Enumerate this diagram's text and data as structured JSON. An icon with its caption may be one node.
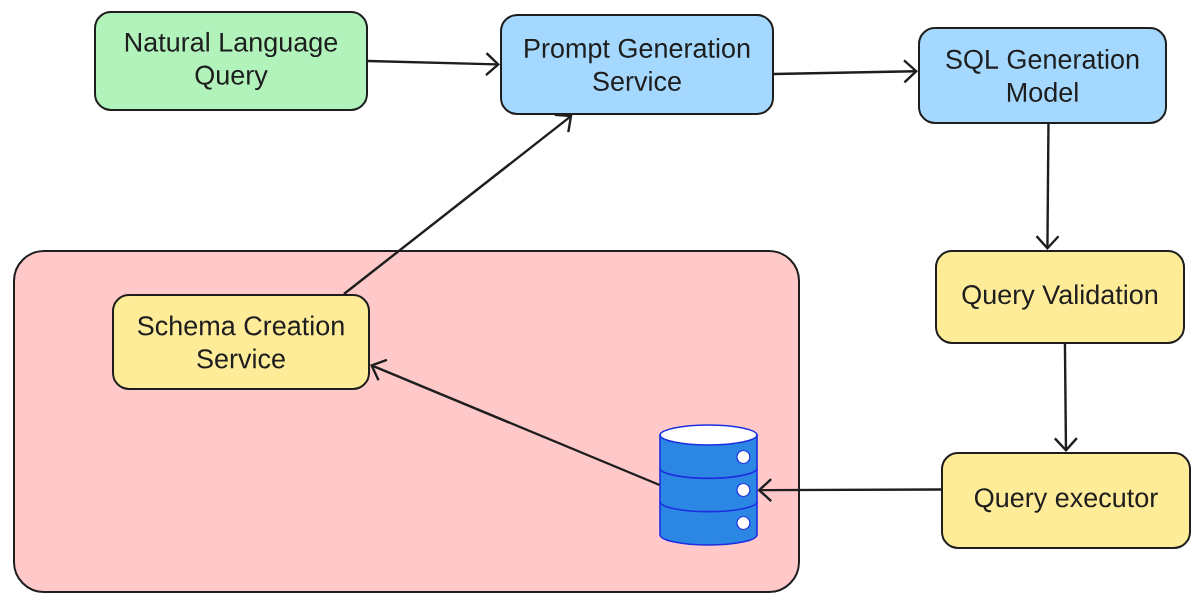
{
  "diagram": {
    "nodes": [
      {
        "text": [
          "Natural Language Query"
        ]
      },
      {
        "text": [
          "Prompt Generation Service"
        ]
      },
      {
        "text": [
          "SQL Generation Model"
        ]
      },
      {
        "text": [
          "Query Validation"
        ]
      },
      {
        "text": [],
        "shape": "box"
      },
      {
        "text": [
          "Schema Creation Service"
        ],
        "in": 4
      },
      {
        "text": [],
        "shape": "cylinder",
        "in": 4
      },
      {
        "text": [
          "Query executor"
        ]
      }
    ],
    "edges": [
      {
        "from": 0,
        "to": 1,
        "arrow": "to"
      },
      {
        "from": 1,
        "to": 2,
        "arrow": "to"
      },
      {
        "from": 2,
        "to": 3,
        "arrow": "to"
      },
      {
        "from": 3,
        "to": 7,
        "arrow": "to"
      },
      {
        "from": 7,
        "to": 6,
        "arrow": "to"
      },
      {
        "from": 6,
        "to": 5,
        "arrow": "to"
      },
      {
        "from": 5,
        "to": 1,
        "arrow": "to"
      }
    ]
  }
}
